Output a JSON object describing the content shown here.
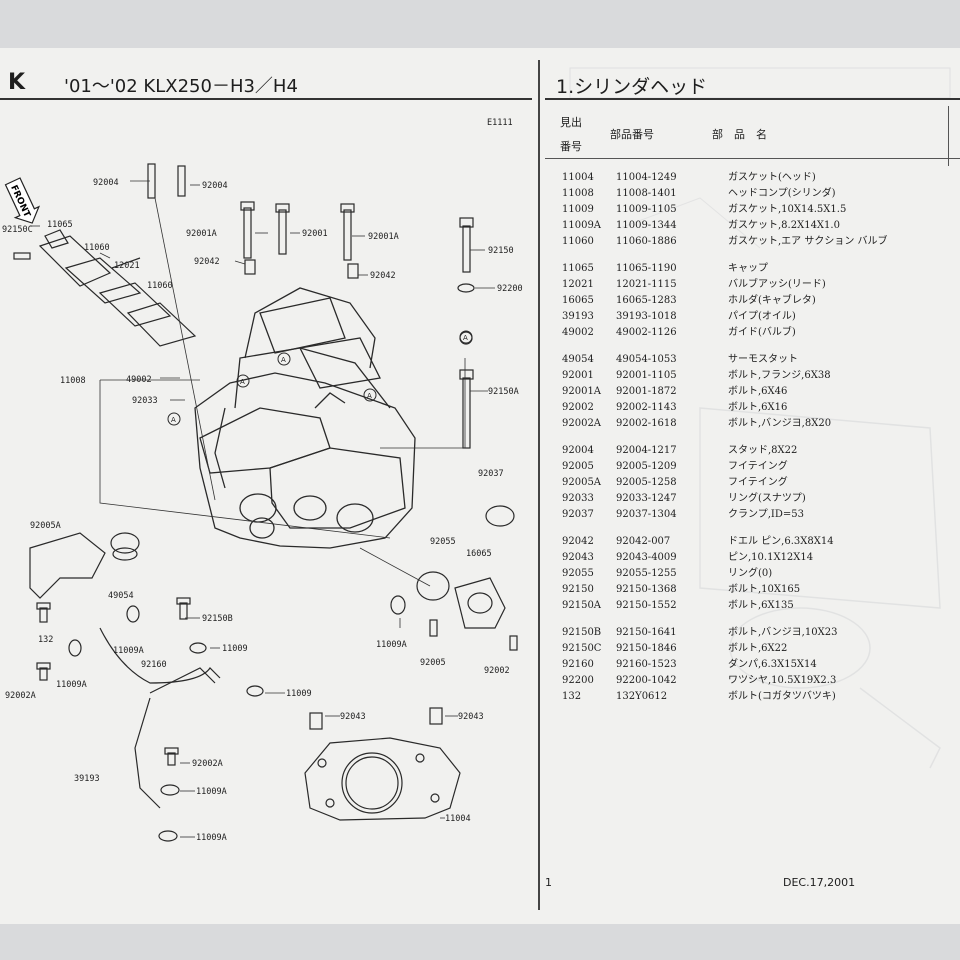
{
  "header": {
    "logo": "K",
    "model": "'01～'02 KLX250－H3／H4",
    "section_title": "1.シリンダヘッド"
  },
  "diagram": {
    "code": "E1111",
    "front_label": "FRONT",
    "callouts": [
      "92004",
      "92004",
      "92150C",
      "11065",
      "11060",
      "12021",
      "11060",
      "92001A",
      "92001",
      "92001A",
      "92042",
      "92042",
      "92150",
      "92200",
      "11008",
      "49002",
      "92033",
      "92150A",
      "92037",
      "92005A",
      "49054",
      "92055",
      "16065",
      "132",
      "92150B",
      "11009A",
      "11009A",
      "92160",
      "11009",
      "92005",
      "92002",
      "92002A",
      "11009",
      "92043",
      "92043",
      "39193",
      "92002A",
      "11009A",
      "11004",
      "11009A"
    ]
  },
  "table": {
    "col_ref_line1": "見出",
    "col_ref_line2": "番号",
    "col_part_no": "部品番号",
    "col_name": "部　品　名",
    "groups": [
      [
        {
          "ref": "11004",
          "pn": "11004-1249",
          "name": "ガスケット(ヘッド)"
        },
        {
          "ref": "11008",
          "pn": "11008-1401",
          "name": "ヘッドコンプ(シリンダ)"
        },
        {
          "ref": "11009",
          "pn": "11009-1105",
          "name": "ガスケット,10X14.5X1.5"
        },
        {
          "ref": "11009A",
          "pn": "11009-1344",
          "name": "ガスケット,8.2X14X1.0"
        },
        {
          "ref": "11060",
          "pn": "11060-1886",
          "name": "ガスケット,エア サクション バルブ"
        }
      ],
      [
        {
          "ref": "11065",
          "pn": "11065-1190",
          "name": "キャップ"
        },
        {
          "ref": "12021",
          "pn": "12021-1115",
          "name": "バルブアッシ(リード)"
        },
        {
          "ref": "16065",
          "pn": "16065-1283",
          "name": "ホルダ(キャブレタ)"
        },
        {
          "ref": "39193",
          "pn": "39193-1018",
          "name": "パイプ(オイル)"
        },
        {
          "ref": "49002",
          "pn": "49002-1126",
          "name": "ガイド(バルブ)"
        }
      ],
      [
        {
          "ref": "49054",
          "pn": "49054-1053",
          "name": "サーモスタット"
        },
        {
          "ref": "92001",
          "pn": "92001-1105",
          "name": "ボルト,フランジ,6X38"
        },
        {
          "ref": "92001A",
          "pn": "92001-1872",
          "name": "ボルト,6X46"
        },
        {
          "ref": "92002",
          "pn": "92002-1143",
          "name": "ボルト,6X16"
        },
        {
          "ref": "92002A",
          "pn": "92002-1618",
          "name": "ボルト,バンジヨ,8X20"
        }
      ],
      [
        {
          "ref": "92004",
          "pn": "92004-1217",
          "name": "スタッド,8X22"
        },
        {
          "ref": "92005",
          "pn": "92005-1209",
          "name": "フイテイング"
        },
        {
          "ref": "92005A",
          "pn": "92005-1258",
          "name": "フイテイング"
        },
        {
          "ref": "92033",
          "pn": "92033-1247",
          "name": "リング(スナツプ)"
        },
        {
          "ref": "92037",
          "pn": "92037-1304",
          "name": "クランプ,ID=53"
        }
      ],
      [
        {
          "ref": "92042",
          "pn": "92042-007",
          "name": "ドエル ピン,6.3X8X14"
        },
        {
          "ref": "92043",
          "pn": "92043-4009",
          "name": "ピン,10.1X12X14"
        },
        {
          "ref": "92055",
          "pn": "92055-1255",
          "name": "リング(0)"
        },
        {
          "ref": "92150",
          "pn": "92150-1368",
          "name": "ボルト,10X165"
        },
        {
          "ref": "92150A",
          "pn": "92150-1552",
          "name": "ボルト,6X135"
        }
      ],
      [
        {
          "ref": "92150B",
          "pn": "92150-1641",
          "name": "ボルト,バンジヨ,10X23"
        },
        {
          "ref": "92150C",
          "pn": "92150-1846",
          "name": "ボルト,6X22"
        },
        {
          "ref": "92160",
          "pn": "92160-1523",
          "name": "ダンパ,6.3X15X14"
        },
        {
          "ref": "92200",
          "pn": "92200-1042",
          "name": "ワツシヤ,10.5X19X2.3"
        },
        {
          "ref": "132",
          "pn": "132Y0612",
          "name": "ボルト(コガタツバツキ)"
        }
      ]
    ]
  },
  "footer": {
    "page": "1",
    "date": "DEC.17,2001"
  }
}
